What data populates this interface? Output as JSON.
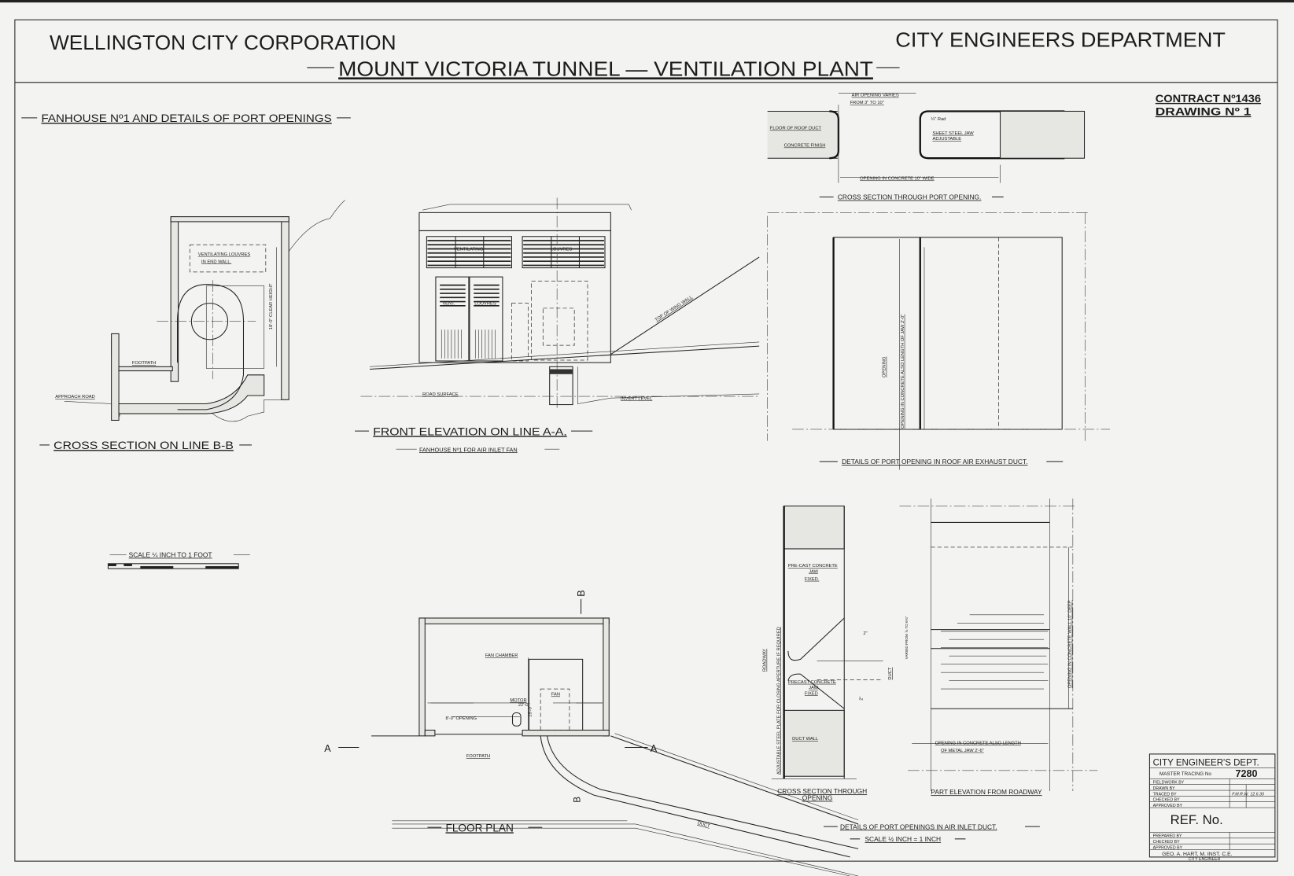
{
  "header": {
    "corporation": "WELLINGTON CITY CORPORATION",
    "department": "CITY ENGINEERS DEPARTMENT",
    "title": "MOUNT VICTORIA TUNNEL — VENTILATION PLANT",
    "subtitle": "FANHOUSE Nº1 AND DETAILS OF PORT OPENINGS",
    "contract": "CONTRACT Nº1436",
    "drawing": "DRAWING Nº 1"
  },
  "cross_section_bb": {
    "title": "CROSS SECTION ON LINE B-B",
    "louvres_1": "VENTILATING LOUVRES",
    "louvres_2": "IN END WALL.",
    "height": "18'-0\" CLEAR HEIGHT",
    "footpath": "FOOTPATH",
    "approach": "APPROACH ROAD"
  },
  "front_elevation": {
    "title": "FRONT ELEVATION ON LINE A-A.",
    "subtitle": "FANHOUSE Nº1 FOR AIR INLET FAN",
    "ventilating": "VENTILATING",
    "louvres": "LOUVRES",
    "door_vent": "VENT.",
    "door_louvres": "LOUVRES",
    "wing_wall": "TOP OF WING WALL",
    "road_surface": "ROAD SURFACE",
    "invert": "INVERT LEVEL"
  },
  "scale_quarter": "SCALE ¼ INCH TO 1 FOOT",
  "floor_plan": {
    "title": "FLOOR PLAN",
    "fan_chamber": "FAN CHAMBER",
    "width": "22'-0\"",
    "depth": "15'-0\"",
    "motor": "MOTOR",
    "fan": "FAN",
    "opening": "8'-0\" OPENING",
    "footpath": "FOOTPATH",
    "duct": "DUCT",
    "section_a": "A",
    "section_b": "B"
  },
  "port_cross_section": {
    "title": "CROSS SECTION THROUGH PORT OPENING.",
    "air_opening_1": "AIR OPENING VARIES",
    "air_opening_2": "FROM 3\" TO 10\"",
    "floor": "FLOOR OF ROOF DUCT",
    "finish": "CONCRETE FINISH",
    "jaw_1": "SHEET STEEL JAW",
    "jaw_2": "ADJUSTABLE",
    "opening": "OPENING IN CONCRETE 10\" WIDE",
    "radius": "¼\" Rad"
  },
  "roof_detail": {
    "title": "DETAILS OF PORT OPENING IN ROOF AIR EXHAUST DUCT.",
    "opening": "OPENING",
    "length": "OPENING IN CONCRETE ALSO LENGTH OF JAW 2'-0\""
  },
  "inlet_detail": {
    "title": "DETAILS OF PORT OPENINGS IN AIR INLET DUCT.",
    "scale": "SCALE ½ INCH = 1 INCH",
    "precast_1": "PRE-CAST CONCRETE",
    "jaw": "JAW",
    "fixed_1": "FIXED.",
    "precast_2": "PRECAST CONCRETE",
    "fixed_2": "FIXED",
    "plate": "ADJUSTABLE STEEL PLATE FOR CLOSING APERTURE IF REQUIRED",
    "roadway": "ROADWAY",
    "duct": "DUCT",
    "two_in": "2\"",
    "varied": "VARIED FROM ⅞ TO 6¾\"",
    "duct_wall": "DUCT WALL",
    "cross_1": "CROSS SECTION THROUGH",
    "cross_2": "OPENING",
    "wall_depth": "OPENING IN CONCRETE WALL 10\" DEEP",
    "metal_1": "OPENING IN CONCRETE ALSO LENGTH",
    "metal_2": "OF METAL JAW 2'-6\"",
    "part_elev": "PART ELEVATION FROM ROADWAY"
  },
  "title_block": {
    "dept": "CITY ENGINEER'S DEPT.",
    "master": "MASTER TRACING No",
    "tracing_no": "7280",
    "rows": [
      "FIELDWORK BY",
      "DRAWN BY",
      "TRACED BY",
      "CHECKED BY",
      "APPROVED BY"
    ],
    "traced_by": "F.M.R.W.",
    "traced_date": "12.6.30",
    "ref": "REF. No.",
    "rows2": [
      "PREPARED BY",
      "CHECKED BY",
      "APPROVED BY"
    ],
    "engineer": "GEO. A. HART, M. INST. C.E.",
    "engineer_title": "CITY ENGINEER"
  }
}
